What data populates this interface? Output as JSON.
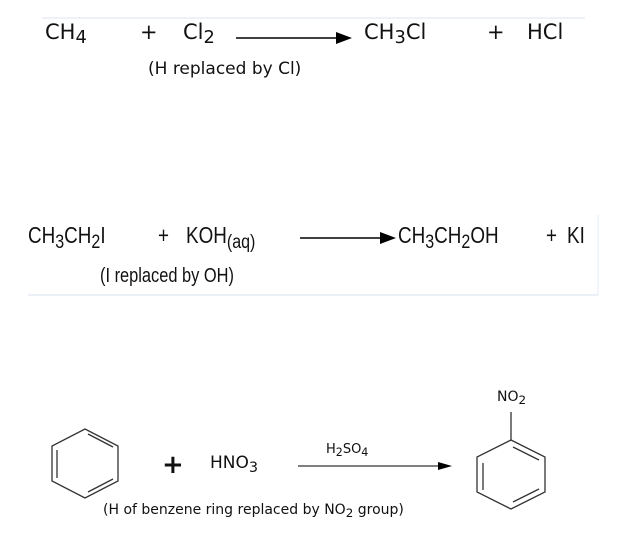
{
  "reaction1": {
    "reactant1": "CH",
    "reactant1_sub": "4",
    "plus1": "+",
    "reactant2": "Cl",
    "reactant2_sub": "2",
    "product1a": "CH",
    "product1_sub": "3",
    "product1b": "Cl",
    "plus2": "+",
    "product2": "HCl",
    "caption": "(H replaced by Cl)"
  },
  "reaction2": {
    "r1a": "CH",
    "r1s1": "3",
    "r1b": "CH",
    "r1s2": "2",
    "r1c": "I",
    "plus1": "+",
    "reactant2": "KOH",
    "reactant2_state": "(aq)",
    "p1a": "CH",
    "p1s1": "3",
    "p1b": "CH",
    "p1s2": "2",
    "p1c": "OH",
    "plus2": "+",
    "product2": "KI",
    "caption": "(I replaced by OH)"
  },
  "reaction3": {
    "plus": "+",
    "reactant2": "HNO",
    "reactant2_sub": "3",
    "catalyst": "H",
    "catalyst_sub1": "2",
    "catalyst_mid": "SO",
    "catalyst_sub2": "4",
    "substituent": "NO",
    "substituent_sub": "2",
    "caption_a": "(H of benzene ring replaced by NO",
    "caption_sub": "2",
    "caption_b": " group)"
  }
}
